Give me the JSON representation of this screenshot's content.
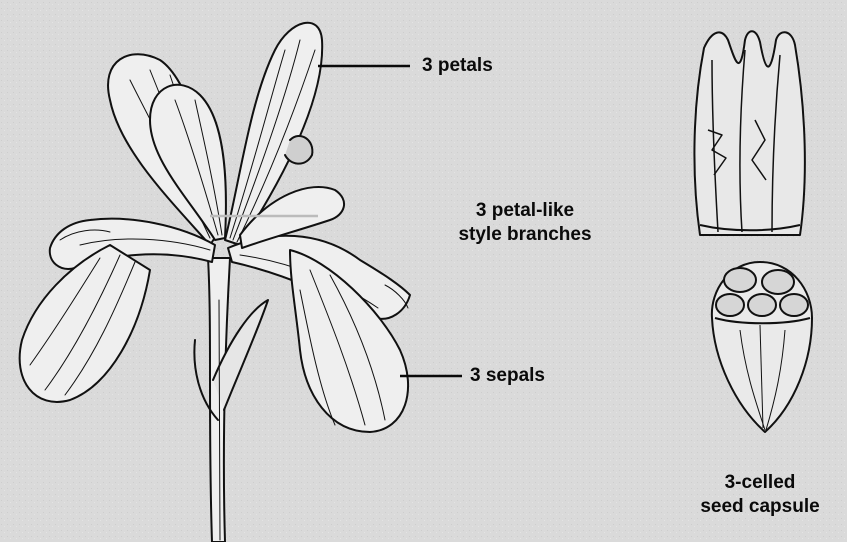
{
  "labels": {
    "petals": "3 petals",
    "style_branches_line1": "3 petal-like",
    "style_branches_line2": "style branches",
    "sepals": "3 sepals",
    "capsule_line1": "3-celled",
    "capsule_line2": "seed capsule"
  },
  "colors": {
    "background": "#d9d9d9",
    "ink": "#0a0a0a"
  }
}
